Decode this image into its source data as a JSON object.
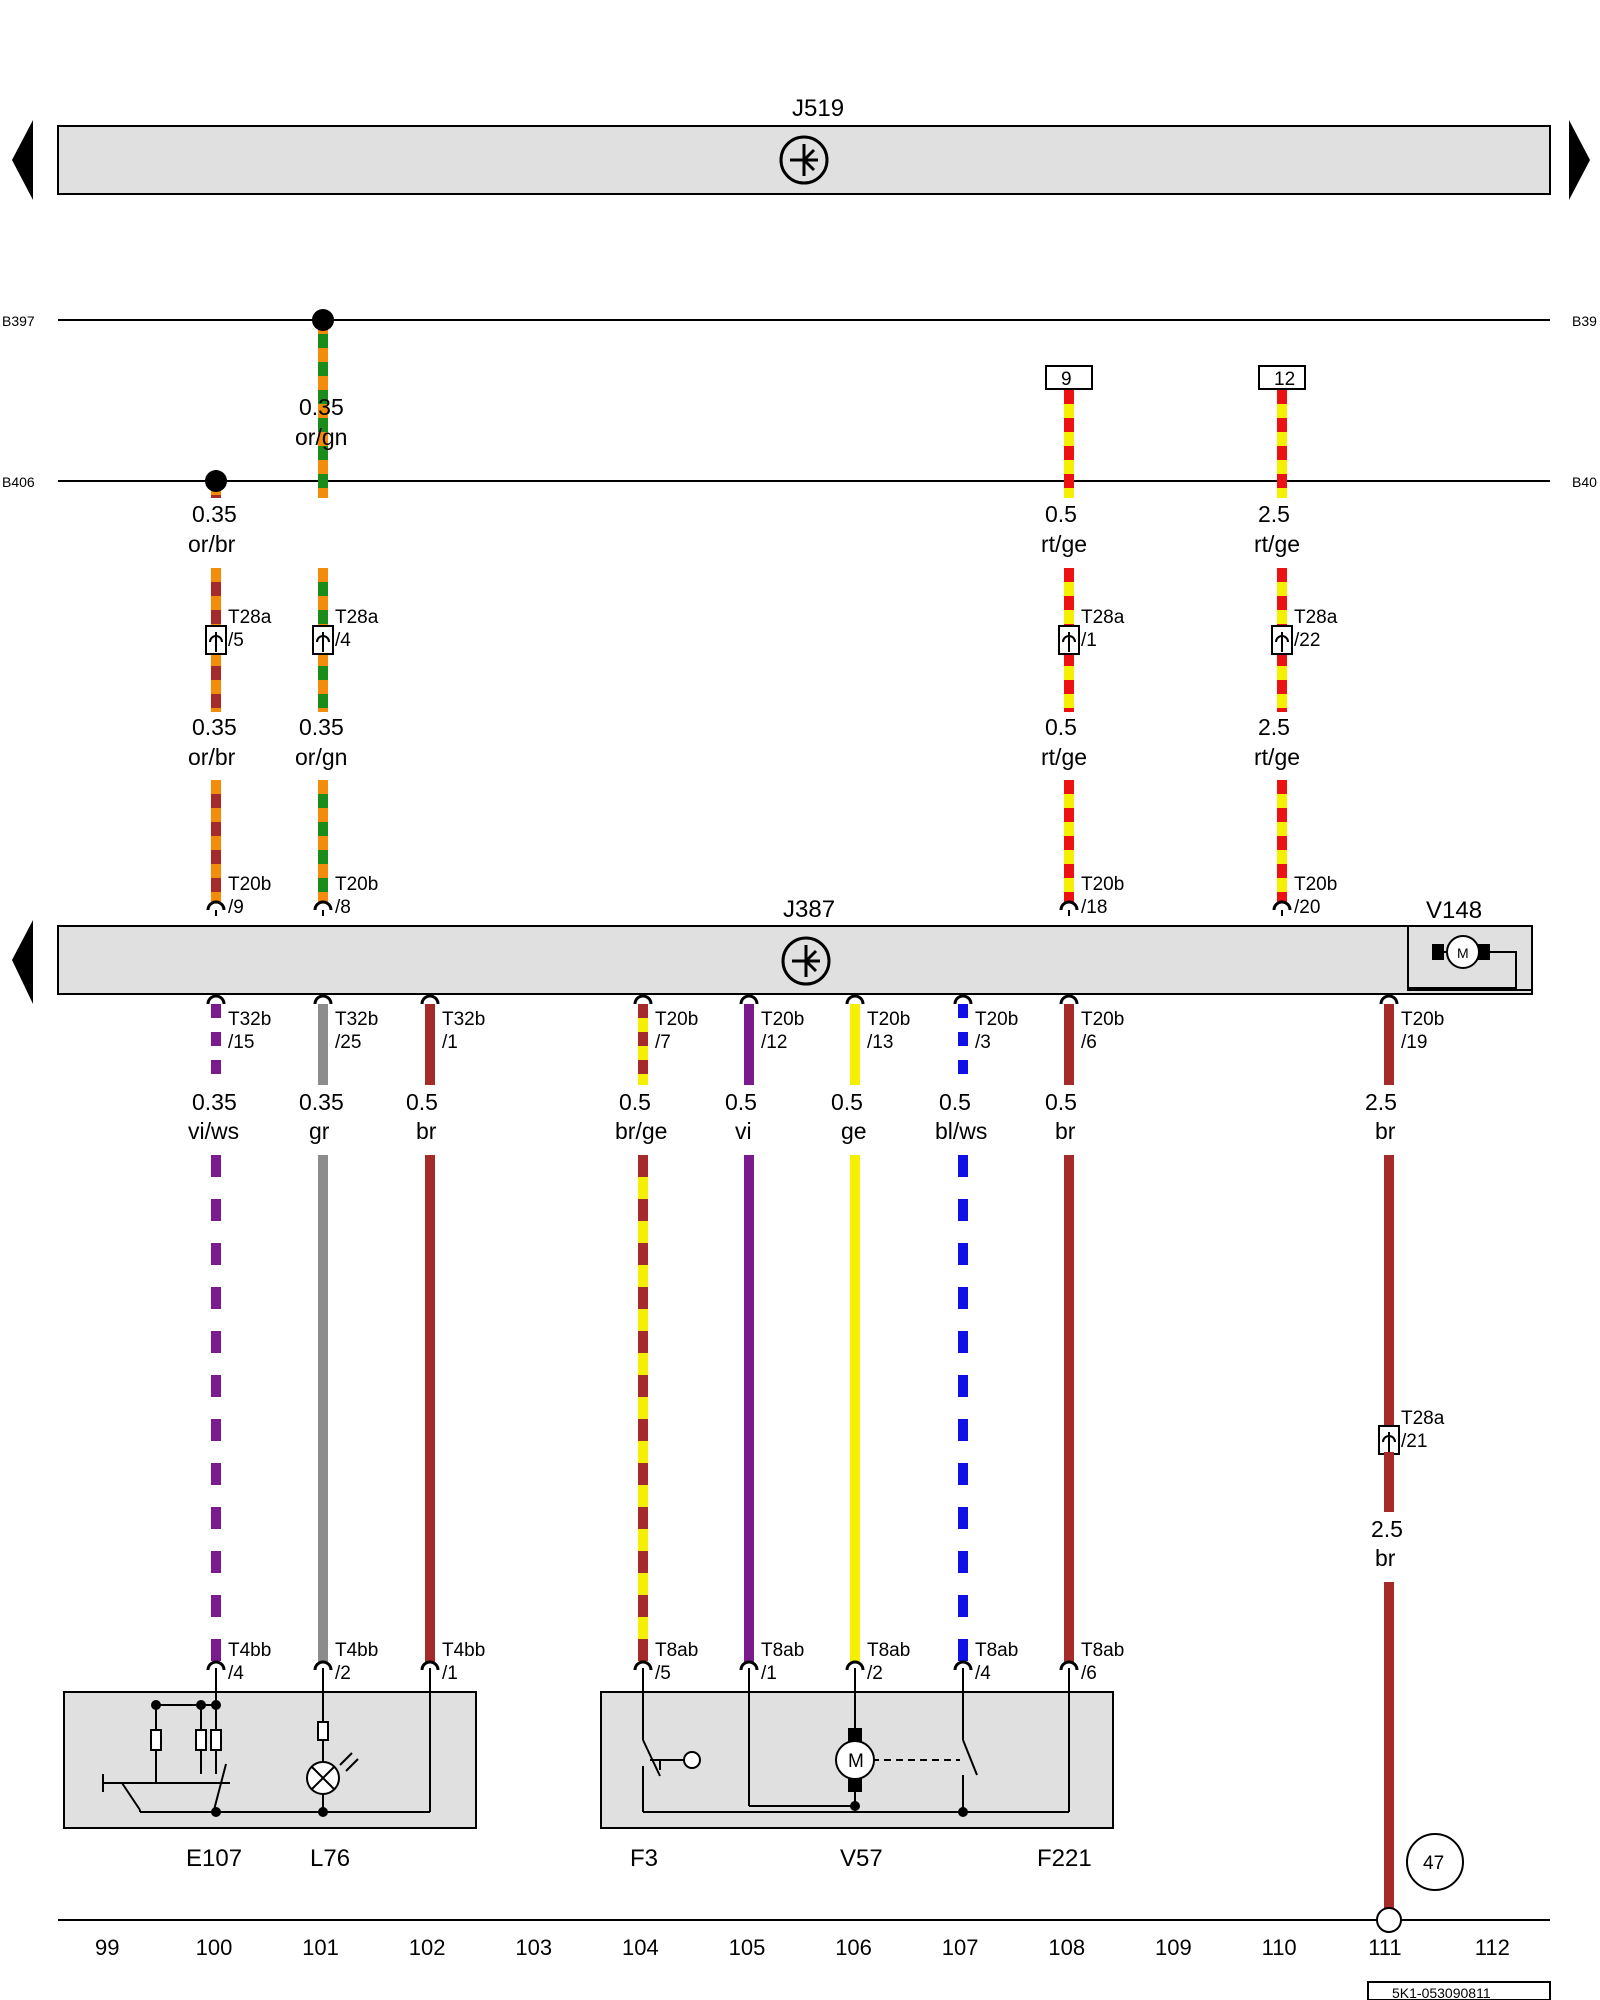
{
  "units": [
    {
      "id": "j519",
      "name": "J519"
    },
    {
      "id": "j387",
      "name": "J387"
    },
    {
      "id": "v148",
      "name": "V148"
    }
  ],
  "bus": [
    {
      "id": "b397",
      "left": "B397",
      "right": "B39"
    },
    {
      "id": "b406",
      "left": "B406",
      "right": "B40"
    }
  ],
  "upper_wires": [
    {
      "id": "w100u",
      "colors": [
        "#f28c0a",
        "#a52a2a"
      ],
      "top_label": [
        "0.35",
        "or/br"
      ],
      "plug": [
        "T28a",
        "/5"
      ],
      "mid_label": [
        "0.35",
        "or/br"
      ],
      "pin": [
        "T20b",
        "/9"
      ]
    },
    {
      "id": "w101u",
      "colors": [
        "#f28c0a",
        "#1a8c1a"
      ],
      "top_label": [
        "0.35",
        "or/gn"
      ],
      "plug": [
        "T28a",
        "/4"
      ],
      "mid_label": [
        "0.35",
        "or/gn"
      ],
      "pin": [
        "T20b",
        "/8"
      ]
    },
    {
      "id": "w108u",
      "colors": [
        "#ee1111",
        "#f5f000"
      ],
      "box": "9",
      "top_label": [
        "0.5",
        "rt/ge"
      ],
      "plug": [
        "T28a",
        "/1"
      ],
      "mid_label": [
        "0.5",
        "rt/ge"
      ],
      "pin": [
        "T20b",
        "/18"
      ]
    },
    {
      "id": "w110u",
      "colors": [
        "#ee1111",
        "#f5f000"
      ],
      "box": "12",
      "top_label": [
        "2.5",
        "rt/ge"
      ],
      "plug": [
        "T28a",
        "/22"
      ],
      "mid_label": [
        "2.5",
        "rt/ge"
      ],
      "pin": [
        "T20b",
        "/20"
      ]
    }
  ],
  "lower_wires": [
    {
      "id": "w100l",
      "colors": [
        "#7a1a8c",
        "#ffffff"
      ],
      "top_pin": [
        "T32b",
        "/15"
      ],
      "label": [
        "0.35",
        "vi/ws"
      ],
      "bottom_pin": [
        "T4bb",
        "/4"
      ]
    },
    {
      "id": "w101l",
      "colors": [
        "#8c8c8c"
      ],
      "top_pin": [
        "T32b",
        "/25"
      ],
      "label": [
        "0.35",
        "gr"
      ],
      "bottom_pin": [
        "T4bb",
        "/2"
      ]
    },
    {
      "id": "w102l",
      "colors": [
        "#a52a2a"
      ],
      "top_pin": [
        "T32b",
        "/1"
      ],
      "label": [
        "0.5",
        "br"
      ],
      "bottom_pin": [
        "T4bb",
        "/1"
      ]
    },
    {
      "id": "w104l",
      "colors": [
        "#a52a2a",
        "#f5f000"
      ],
      "top_pin": [
        "T20b",
        "/7"
      ],
      "label": [
        "0.5",
        "br/ge"
      ],
      "bottom_pin": [
        "T8ab",
        "/5"
      ]
    },
    {
      "id": "w105l",
      "colors": [
        "#7a1a8c"
      ],
      "top_pin": [
        "T20b",
        "/12"
      ],
      "label": [
        "0.5",
        "vi"
      ],
      "bottom_pin": [
        "T8ab",
        "/1"
      ]
    },
    {
      "id": "w106l",
      "colors": [
        "#f5f000"
      ],
      "top_pin": [
        "T20b",
        "/13"
      ],
      "label": [
        "0.5",
        "ge"
      ],
      "bottom_pin": [
        "T8ab",
        "/2"
      ]
    },
    {
      "id": "w107l",
      "colors": [
        "#1010e6",
        "#ffffff"
      ],
      "top_pin": [
        "T20b",
        "/3"
      ],
      "label": [
        "0.5",
        "bl/ws"
      ],
      "bottom_pin": [
        "T8ab",
        "/4"
      ]
    },
    {
      "id": "w108l",
      "colors": [
        "#a52a2a"
      ],
      "top_pin": [
        "T20b",
        "/6"
      ],
      "label": [
        "0.5",
        "br"
      ],
      "bottom_pin": [
        "T8ab",
        "/6"
      ]
    },
    {
      "id": "w111l",
      "colors": [
        "#a52a2a"
      ],
      "top_pin": [
        "T20b",
        "/19"
      ],
      "label": [
        "2.5",
        "br"
      ],
      "plug": [
        "T28a",
        "/21"
      ],
      "label2": [
        "2.5",
        "br"
      ]
    }
  ],
  "components": [
    {
      "id": "e107",
      "name": "E107"
    },
    {
      "id": "l76",
      "name": "L76"
    },
    {
      "id": "f3",
      "name": "F3"
    },
    {
      "id": "v57",
      "name": "V57"
    },
    {
      "id": "f221",
      "name": "F221"
    }
  ],
  "motor_symbol": "M",
  "reference_circle": "47",
  "track_numbers": [
    "99",
    "100",
    "101",
    "102",
    "103",
    "104",
    "105",
    "106",
    "107",
    "108",
    "109",
    "110",
    "111",
    "112"
  ],
  "footer_code": "5K1-053090811"
}
